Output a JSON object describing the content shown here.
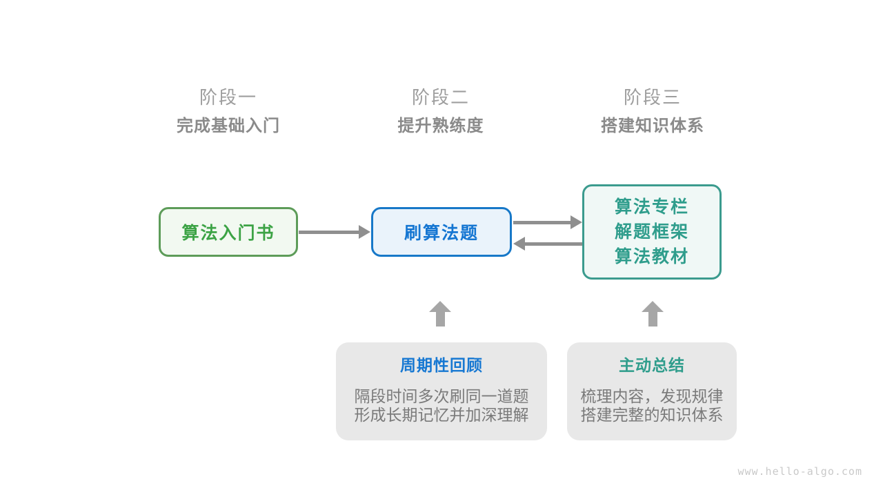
{
  "page": {
    "background": "#ffffff",
    "watermark": "www.hello-algo.com"
  },
  "stages": [
    {
      "label": "阶段一",
      "subtitle": "完成基础入门"
    },
    {
      "label": "阶段二",
      "subtitle": "提升熟练度"
    },
    {
      "label": "阶段三",
      "subtitle": "搭建知识体系"
    }
  ],
  "nodes": {
    "intro_book": {
      "label": "算法入门书",
      "text_color": "#3ca345",
      "border_color": "#5d9c59",
      "bg_color": "#f2f9f1"
    },
    "practice": {
      "label": "刷算法题",
      "text_color": "#1576d2",
      "border_color": "#1778c8",
      "bg_color": "#eaf3fb"
    },
    "resources": {
      "lines": [
        "算法专栏",
        "解题框架",
        "算法教材"
      ],
      "text_color": "#2f9d8c",
      "border_color": "#3b9b8e",
      "bg_color": "#f0f8f6"
    }
  },
  "callouts": {
    "review": {
      "title": "周期性回顾",
      "title_color": "#1778d2",
      "body": [
        "隔段时间多次刷同一道题",
        "形成长期记忆并加深理解"
      ]
    },
    "summary": {
      "title": "主动总结",
      "title_color": "#2f9d8c",
      "body": [
        "梳理内容，发现规律",
        "搭建完整的知识体系"
      ]
    }
  },
  "arrows": {
    "horizontal_color": "#8f8f8f",
    "up_color": "#a6a6a6"
  }
}
